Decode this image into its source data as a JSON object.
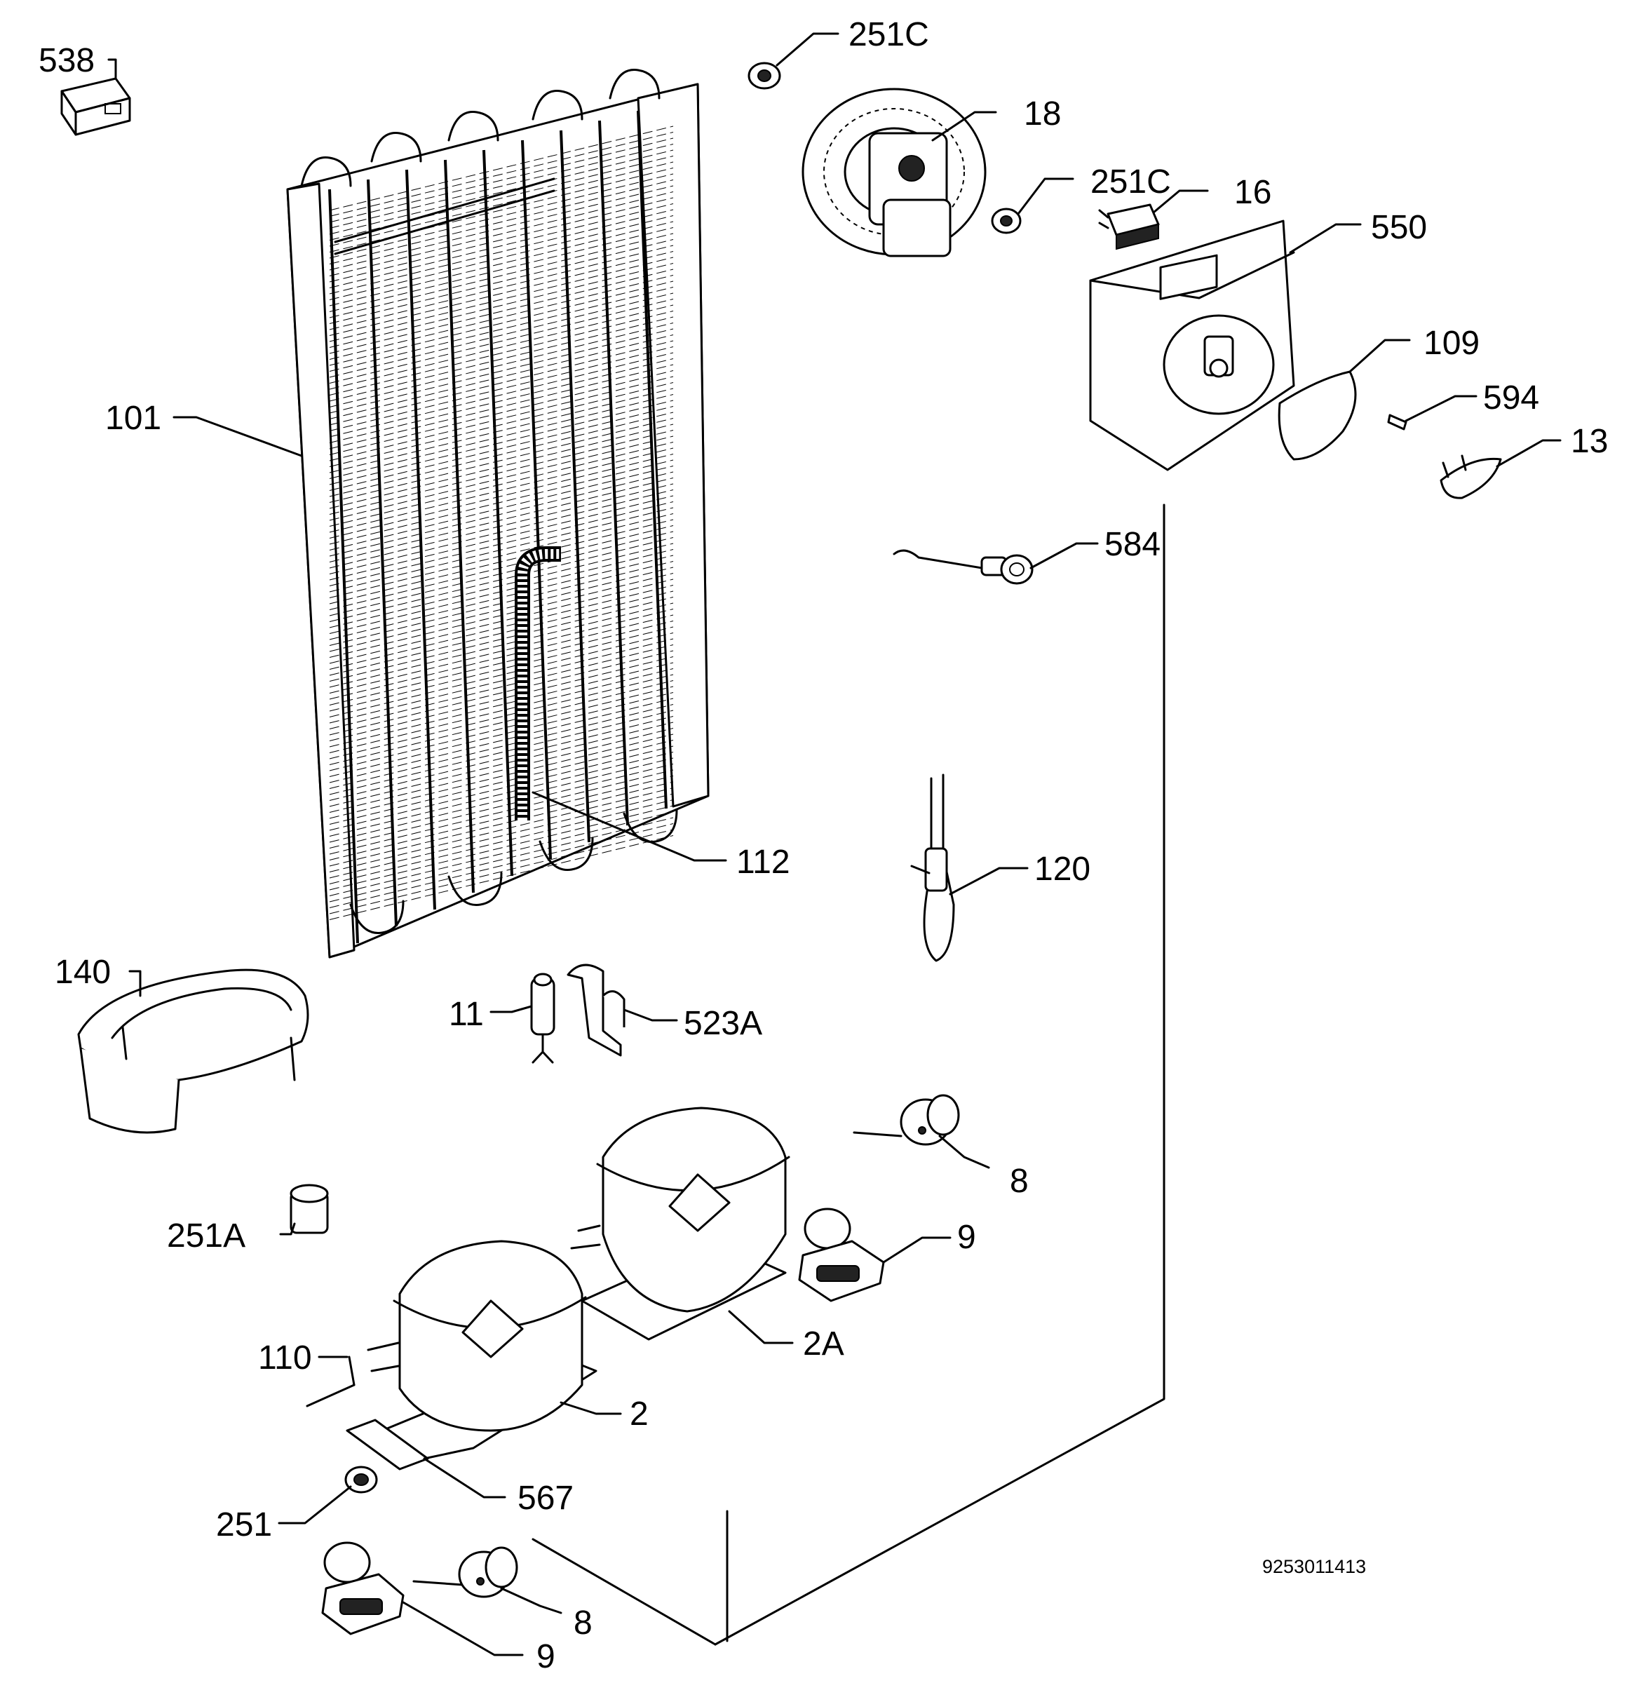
{
  "labels": {
    "p538": "538",
    "p251c_top": "251C",
    "p18": "18",
    "p251c_mid": "251C",
    "p16": "16",
    "p550": "550",
    "p109": "109",
    "p594": "594",
    "p13": "13",
    "p101": "101",
    "p584": "584",
    "p112": "112",
    "p120": "120",
    "p140": "140",
    "p11": "11",
    "p523a": "523A",
    "p8_upper": "8",
    "p9_upper": "9",
    "p251a": "251A",
    "p2a": "2A",
    "p110": "110",
    "p2": "2",
    "p567": "567",
    "p251": "251",
    "p8_lower": "8",
    "p9_lower": "9"
  },
  "drawing_number": "9253011413"
}
